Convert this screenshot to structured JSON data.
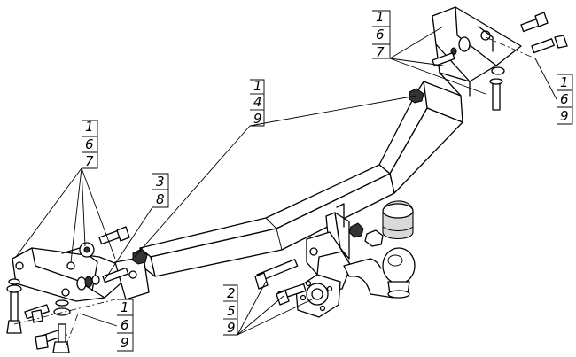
{
  "callouts": [
    {
      "id": "top-right-upper",
      "lines": [
        "1",
        "6",
        "7"
      ]
    },
    {
      "id": "top-right-side",
      "lines": [
        "1",
        "6",
        "9"
      ]
    },
    {
      "id": "center-top",
      "lines": [
        "1",
        "4",
        "9"
      ]
    },
    {
      "id": "left-upper",
      "lines": [
        "1",
        "6",
        "7"
      ]
    },
    {
      "id": "left-middle",
      "lines": [
        "3",
        "8"
      ]
    },
    {
      "id": "bottom-left",
      "lines": [
        "1",
        "6",
        "9"
      ]
    },
    {
      "id": "bottom-center",
      "lines": [
        "2",
        "5",
        "9"
      ]
    }
  ]
}
